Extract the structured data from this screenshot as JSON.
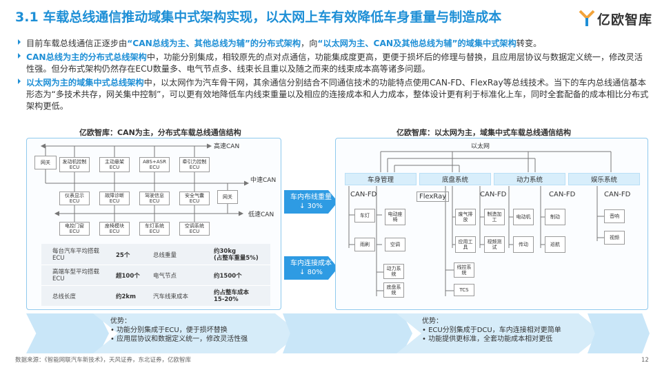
{
  "title": "3.1 车载总线通信推动域集中式架构实现，以太网上车有效降低车身重量与制造成本",
  "logo_text": "亿欧智库",
  "bullets": [
    {
      "parts": [
        {
          "t": "目前车载总线通信正逐步由",
          "h": false
        },
        {
          "t": "“CAN总线为主、其他总线为辅”的分布式架构",
          "h": true
        },
        {
          "t": "，向",
          "h": false
        },
        {
          "t": "“以太网为主、CAN及其他总线为辅”的域集中式架构",
          "h": true
        },
        {
          "t": "转变。",
          "h": false
        }
      ]
    },
    {
      "parts": [
        {
          "t": "CAN总线为主的分布式总线架构",
          "h": true
        },
        {
          "t": "中，功能分别集成，相较原先的点对点通信，功能集成度更高，更便于损坏后的修理与替换，且应用层协议与数据定义统一，修改灵活性强。但分布式架构仍然存在ECU数量多、电气节点多、线束长且重以及随之而来的线束成本高等诸多问题。",
          "h": false
        }
      ]
    },
    {
      "parts": [
        {
          "t": "以太网为主的域集中式总线架构",
          "h": true
        },
        {
          "t": "中，以太网作为汽车骨干网，其余通信分别结合不同通信技术的功能特点使用CAN-FD、FlexRay等总线技术。当下的车内总线通信基本形态为“多技术共存，网关集中控制”，可以更有效地降低车内线束重量以及相应的连接成本和人力成本，整体设计更有利于标准化上车，同时全套配备的成本相比分布式架构更低。",
          "h": false
        }
      ]
    }
  ],
  "left": {
    "title": "亿欧智库：CAN为主，分布式车载总线通信结构",
    "bus_high": "高速CAN",
    "bus_mid": "中速CAN",
    "bus_low": "低速CAN",
    "gateway_left": "网关",
    "gateway_right": "网关",
    "row1": [
      "发动机控制ECU",
      "主动悬架ECU",
      "ABS+ASR ECU",
      "牵引力控制ECU"
    ],
    "row2": [
      "仪表显示ECU",
      "故障诊断ECU",
      "驾驶信息ECU",
      "安全气囊ECU"
    ],
    "row3": [
      "电控门窗ECU",
      "座椅模块ECU",
      "车灯系统ECU",
      "空调系统ECU"
    ],
    "stats": [
      [
        "每台汽车平均搭载ECU",
        "25个",
        "总线重量",
        "约30kg\n(占整车重量5%)"
      ],
      [
        "高端车型平均搭载ECU",
        "超100个",
        "电气节点",
        "约1500个"
      ],
      [
        "总线长度",
        "约2km",
        "汽车线束成本",
        "约占整车成本\n15-20%"
      ]
    ]
  },
  "arrows": [
    {
      "name": "车内布线重量",
      "value": "↓ 30%"
    },
    {
      "name": "车内连接成本",
      "value": "↓ 80%"
    }
  ],
  "right": {
    "title": "亿欧智库：以太网为主，域集中式车载总线通信结构",
    "ethernet": "以太网",
    "systems": [
      "车身管理",
      "底盘系统",
      "动力系统",
      "娱乐系统"
    ],
    "bus_labels": [
      "CAN-FD",
      "FlexRay",
      "CAN-FD",
      "CAN-FD",
      "CAN-FD"
    ],
    "body": [
      "车灯",
      "电动座椅",
      "雨刷",
      "空调",
      "动力系统",
      "底盘系统"
    ],
    "chassis": [
      "废气排放",
      "制造加工",
      "应用工具",
      "视频测试",
      "线控系统",
      "TCS"
    ],
    "power": [
      "电动机",
      "制动",
      "传动",
      "巡航"
    ],
    "ent": [
      "音响",
      "视频"
    ]
  },
  "advantages": [
    {
      "label": "优势：",
      "items": [
        "功能分别集成于ECU，便于损坏替换",
        "应用层协议和数据定义统一，修改灵活性强"
      ]
    },
    {
      "label": "优势：",
      "items": [
        "ECU分别集成于DCU，车内连接相对更简单",
        "功能提供更标准，全套功能成本相对更低"
      ]
    }
  ],
  "footer": "数据来源：《智能网联汽车新技术》，天风证券，东北证券，亿欧智库",
  "page_number": "12",
  "colors": {
    "accent": "#1e8fd6",
    "arrow": "#2e9be3",
    "panel": "#8ec9ee"
  }
}
